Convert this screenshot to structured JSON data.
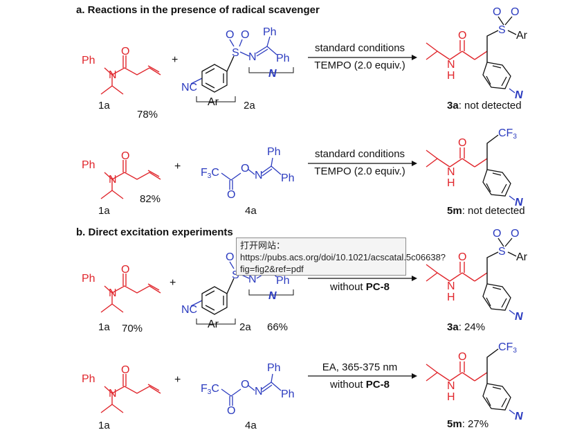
{
  "colors": {
    "red": "#e0252b",
    "blue": "#2b3bbf",
    "black": "#111111"
  },
  "section_a": {
    "title": "a. Reactions in the presence of radical scavenger"
  },
  "section_b": {
    "title": "b. Direct excitation experiments"
  },
  "atoms": {
    "ph": "Ph",
    "n": "N",
    "o": "O",
    "s": "S",
    "nc": "NC",
    "ar": "Ar",
    "n_bold": "N",
    "cf3": "CF3",
    "f3c": "F3C",
    "h": "H"
  },
  "rows": [
    {
      "sm1_label": "1a",
      "sm1_yield": "78%",
      "plus": "+",
      "sm2_label": "2a",
      "cond_top": "standard conditions",
      "cond_bottom": "TEMPO (2.0 equiv.)",
      "product_label": "3a",
      "product_result": ": not detected"
    },
    {
      "sm1_label": "1a",
      "sm1_yield": "82%",
      "plus": "+",
      "sm2_label": "4a",
      "cond_top": "standard conditions",
      "cond_bottom": "TEMPO (2.0 equiv.)",
      "product_label": "5m",
      "product_result": ": not detected"
    },
    {
      "sm1_label": "1a",
      "sm1_yield": "70%",
      "plus": "+",
      "sm2_label": "2a",
      "sm2_yield": "66%",
      "cond_bottom_prefix": "without ",
      "cond_bottom_bold": "PC-8",
      "product_label": "3a",
      "product_result": ": 24%"
    },
    {
      "sm1_label": "1a",
      "plus": "+",
      "sm2_label": "4a",
      "cond_top": "EA, 365-375 nm",
      "cond_bottom_prefix": "without ",
      "cond_bottom_bold": "PC-8",
      "product_label": "5m",
      "product_result": ": 27%"
    }
  ],
  "tooltip": {
    "text": "打开网站：https://pubs.acs.org/doi/10.1021/acscatal.5c06638?fig=fig2&ref=pdf"
  }
}
